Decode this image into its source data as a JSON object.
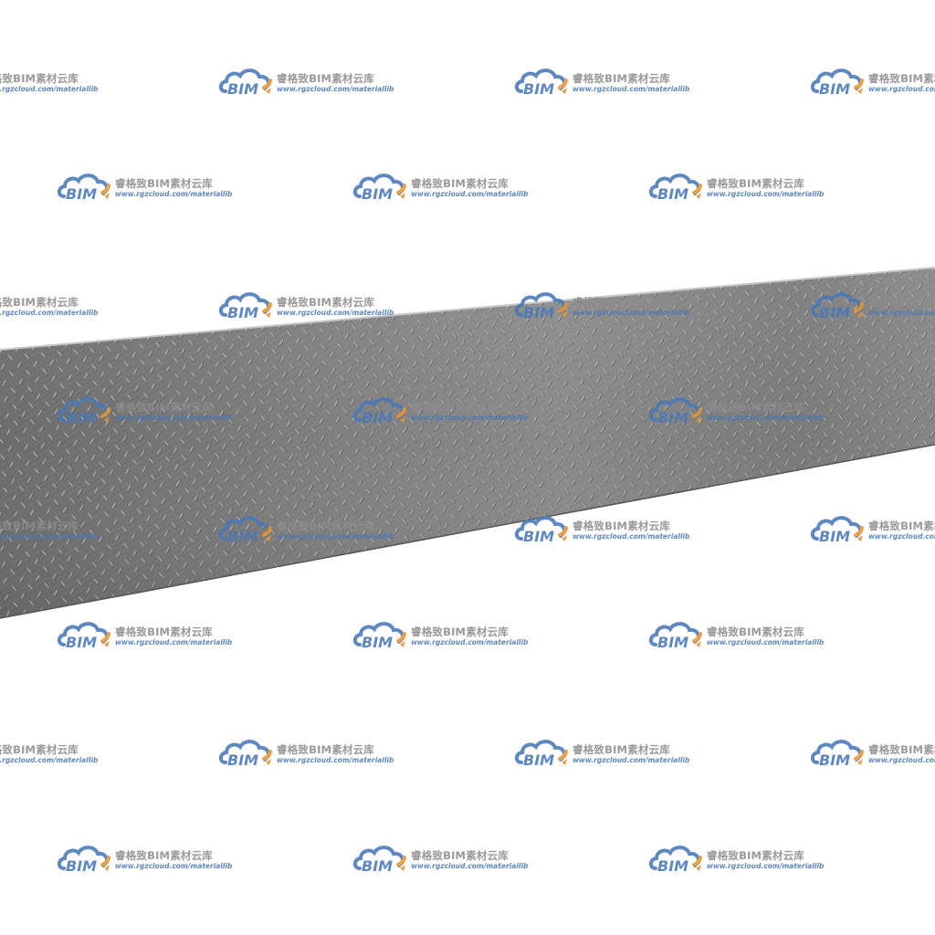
{
  "image": {
    "subject": "diamond-plate-steel-strip",
    "background_color": "#ffffff",
    "plate_colors": {
      "base": "#7a7a7a",
      "light": "#9a9a9a",
      "dark": "#5c5c5c",
      "tread_highlight": "#b4b4b4",
      "tread_shadow": "#4e4e4e"
    }
  },
  "watermark": {
    "title": "睿格致BIM素材云库",
    "url": "www.rgzcloud.com/materiallib",
    "logo_text": "BIM",
    "logo_icon": "cloud-icon",
    "colors": {
      "cloud_blue": "#4a78b8",
      "cloud_orange": "#e8952e",
      "title_gray": "#8c8c8c",
      "url_blue": "#4a78b8"
    }
  }
}
